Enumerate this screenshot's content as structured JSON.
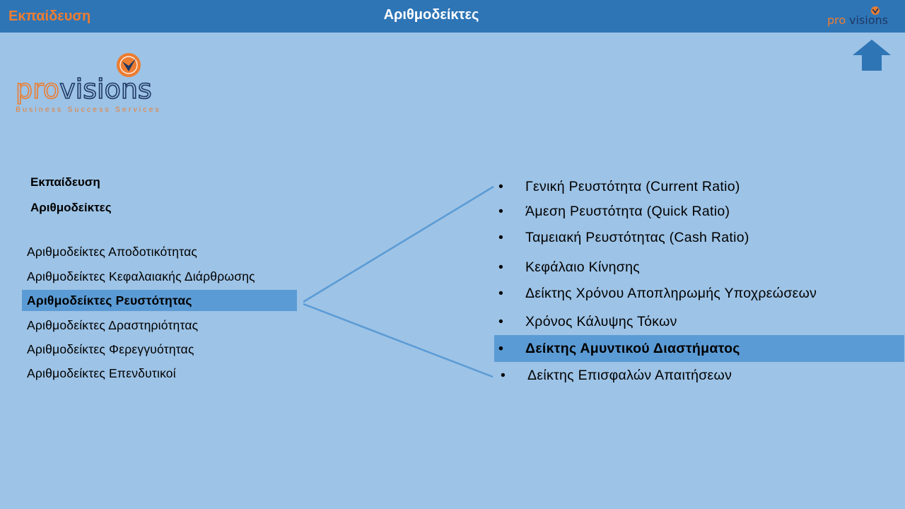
{
  "header": {
    "left_label": "Εκπαίδευση",
    "title": "Αριθμοδείκτες"
  },
  "logo": {
    "pro": "pro",
    "visions": "visions",
    "tagline": "Business Success Services"
  },
  "breadcrumb": {
    "level1": "Εκπαίδευση",
    "level2": "Αριθμοδείκτες"
  },
  "categories": [
    {
      "label": "Αριθμοδείκτες Αποδοτικότητας",
      "active": false
    },
    {
      "label": "Αριθμοδείκτες Κεφαλαιακής Διάρθρωσης",
      "active": false
    },
    {
      "label": "Αριθμοδείκτες Ρευστότητας",
      "active": true
    },
    {
      "label": "Αριθμοδείκτες Δραστηριότητας",
      "active": false
    },
    {
      "label": "Αριθμοδείκτες Φερεγγυότητας",
      "active": false
    },
    {
      "label": "Αριθμοδείκτες Επενδυτικοί",
      "active": false
    }
  ],
  "ratios": [
    {
      "label": "Γενική Ρευστότητα  (Current Ratio)",
      "active": false
    },
    {
      "label": "Άμεση Ρευστότητα  (Quick Ratio)",
      "active": false
    },
    {
      "label": "Ταμειακή Ρευστότητας  (Cash Ratio)",
      "active": false
    },
    {
      "label": "Κεφάλαιο Κίνησης",
      "active": false
    },
    {
      "label": "Δείκτης Χρόνου Αποπληρωμής Υποχρεώσεων",
      "active": false
    },
    {
      "label": "Χρόνος Κάλυψης Τόκων",
      "active": false
    },
    {
      "label": "Δείκτης Αμυντικού Διαστήματος",
      "active": true
    },
    {
      "label": "Δείκτης Επισφαλών Απαιτήσεων",
      "active": false
    }
  ],
  "bullet": "•",
  "colors": {
    "background": "#9dc3e6",
    "header": "#2e75b6",
    "accent_orange": "#ed7d31",
    "highlight": "#5b9bd5",
    "navy": "#1f3864"
  },
  "icons": {
    "home": "up-arrow-icon",
    "logo_mark": "provisions-v-icon"
  }
}
